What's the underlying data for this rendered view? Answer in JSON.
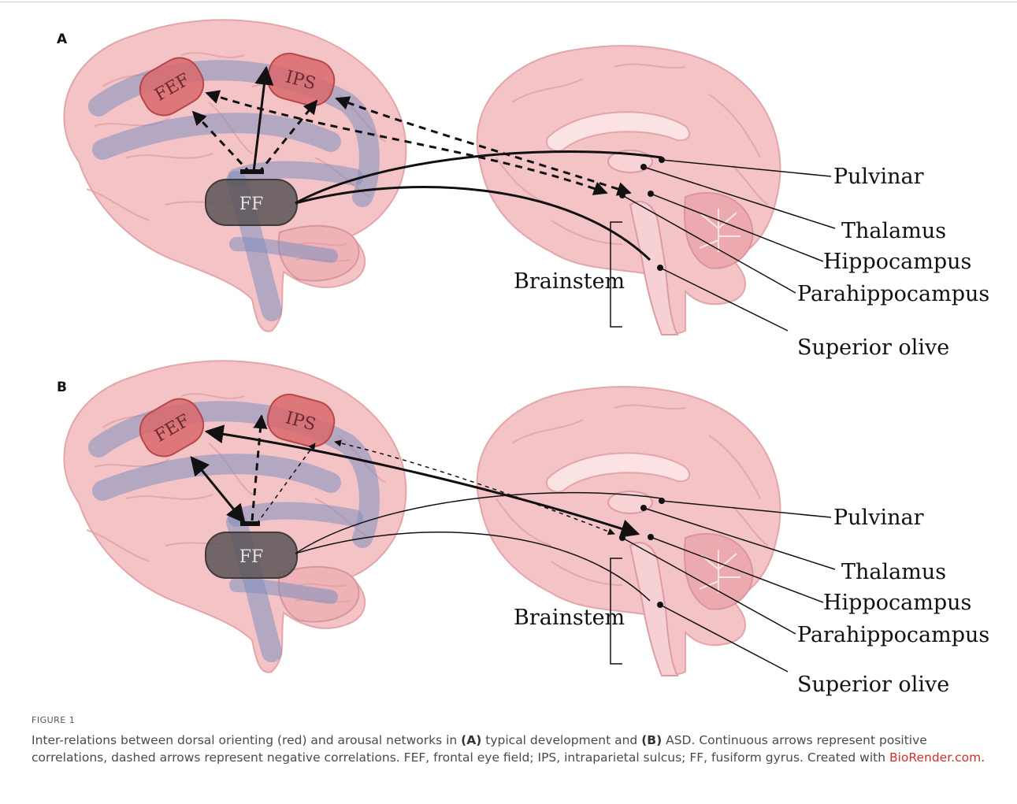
{
  "panels": [
    {
      "label": "A",
      "rois": {
        "fef": "FEF",
        "ips": "IPS",
        "ff": "FF"
      },
      "regions": {
        "pulvinar": "Pulvinar",
        "thalamus": "Thalamus",
        "hippocampus": "Hippocampus",
        "parahippocampus": "Parahippocampus",
        "brainstem": "Brainstem",
        "superior_olive": "Superior olive"
      }
    },
    {
      "label": "B",
      "rois": {
        "fef": "FEF",
        "ips": "IPS",
        "ff": "FF"
      },
      "regions": {
        "pulvinar": "Pulvinar",
        "thalamus": "Thalamus",
        "hippocampus": "Hippocampus",
        "parahippocampus": "Parahippocampus",
        "brainstem": "Brainstem",
        "superior_olive": "Superior olive"
      }
    }
  ],
  "caption": {
    "figure_number": "FIGURE 1",
    "part1": "Inter-relations between dorsal orienting (red) and arousal networks in ",
    "a_ref": "(A)",
    "part2": " typical development and ",
    "b_ref": "(B)",
    "part3": " ASD. Continuous arrows represent positive correlations, dashed arrows represent negative correlations. FEF, frontal eye field; IPS, intraparietal sulcus; FF, fusiform gyrus. Created with ",
    "link": "BioRender.com",
    "end": "."
  },
  "colors": {
    "brain_fill": "#f4c3c6",
    "brain_stroke": "#e3a5aa",
    "network_band": "#7d8fc0",
    "roi_red": "#d86a6c",
    "roi_gray": "#5a5557",
    "arrow": "#111111",
    "link": "#d0302a"
  }
}
